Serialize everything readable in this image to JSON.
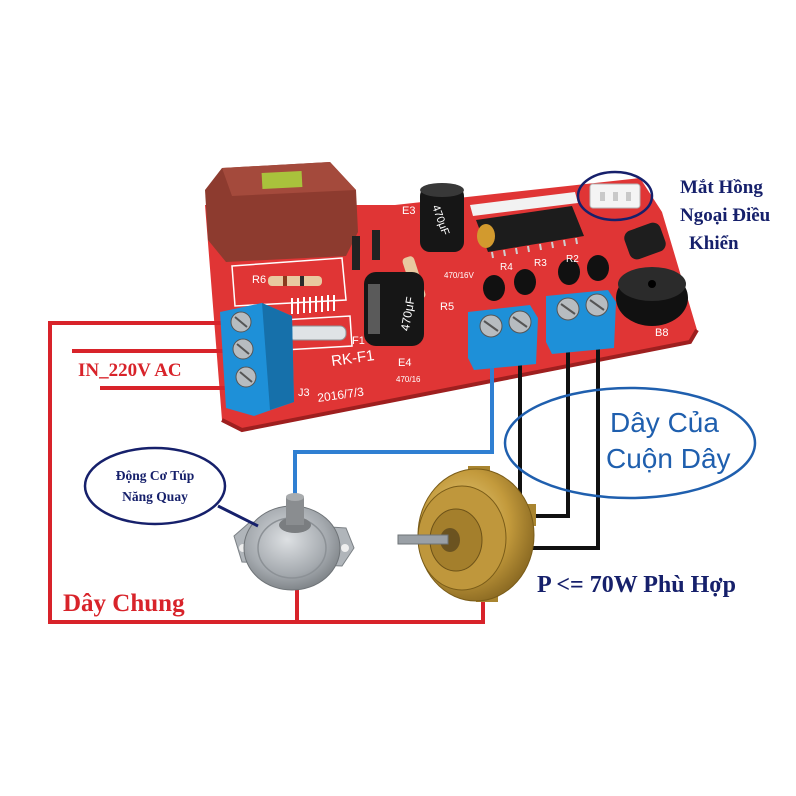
{
  "labels": {
    "ir_receiver": [
      "Mắt Hồng",
      "Ngoại Điều",
      "Khiển"
    ],
    "power_input": "IN_220V AC",
    "coil_wires": [
      "Dây Của",
      "Cuộn Dây"
    ],
    "sync_motor": [
      "Động Cơ Túp",
      "Năng Quay"
    ],
    "common_wire": "Dây Chung",
    "power_rating": "P <= 70W Phù Hợp"
  },
  "board": {
    "model": "RK-F1",
    "date": "2016/7/3",
    "designators": {
      "r6": "R6",
      "r5": "R5",
      "r4": "R4",
      "r3": "R3",
      "r2": "R2",
      "e3": "E3",
      "e4": "E4",
      "f1": "F1",
      "j3": "J3",
      "b8": "B8"
    },
    "cap_e3_rating": "470/16V",
    "cap_e4_rating": "470/16",
    "cap_marking": "470μF"
  },
  "colors": {
    "live_wire": "#d8232a",
    "signal_wire": "#2f7fd2",
    "coil_wire": "#111111",
    "callout_navy": "#16206b",
    "callout_blue": "#1f5fae",
    "label_red": "#d8232a",
    "board_red": "#e03535",
    "terminal_blue": "#1e90d8",
    "capacitor_brown": "#8d3b2f"
  }
}
